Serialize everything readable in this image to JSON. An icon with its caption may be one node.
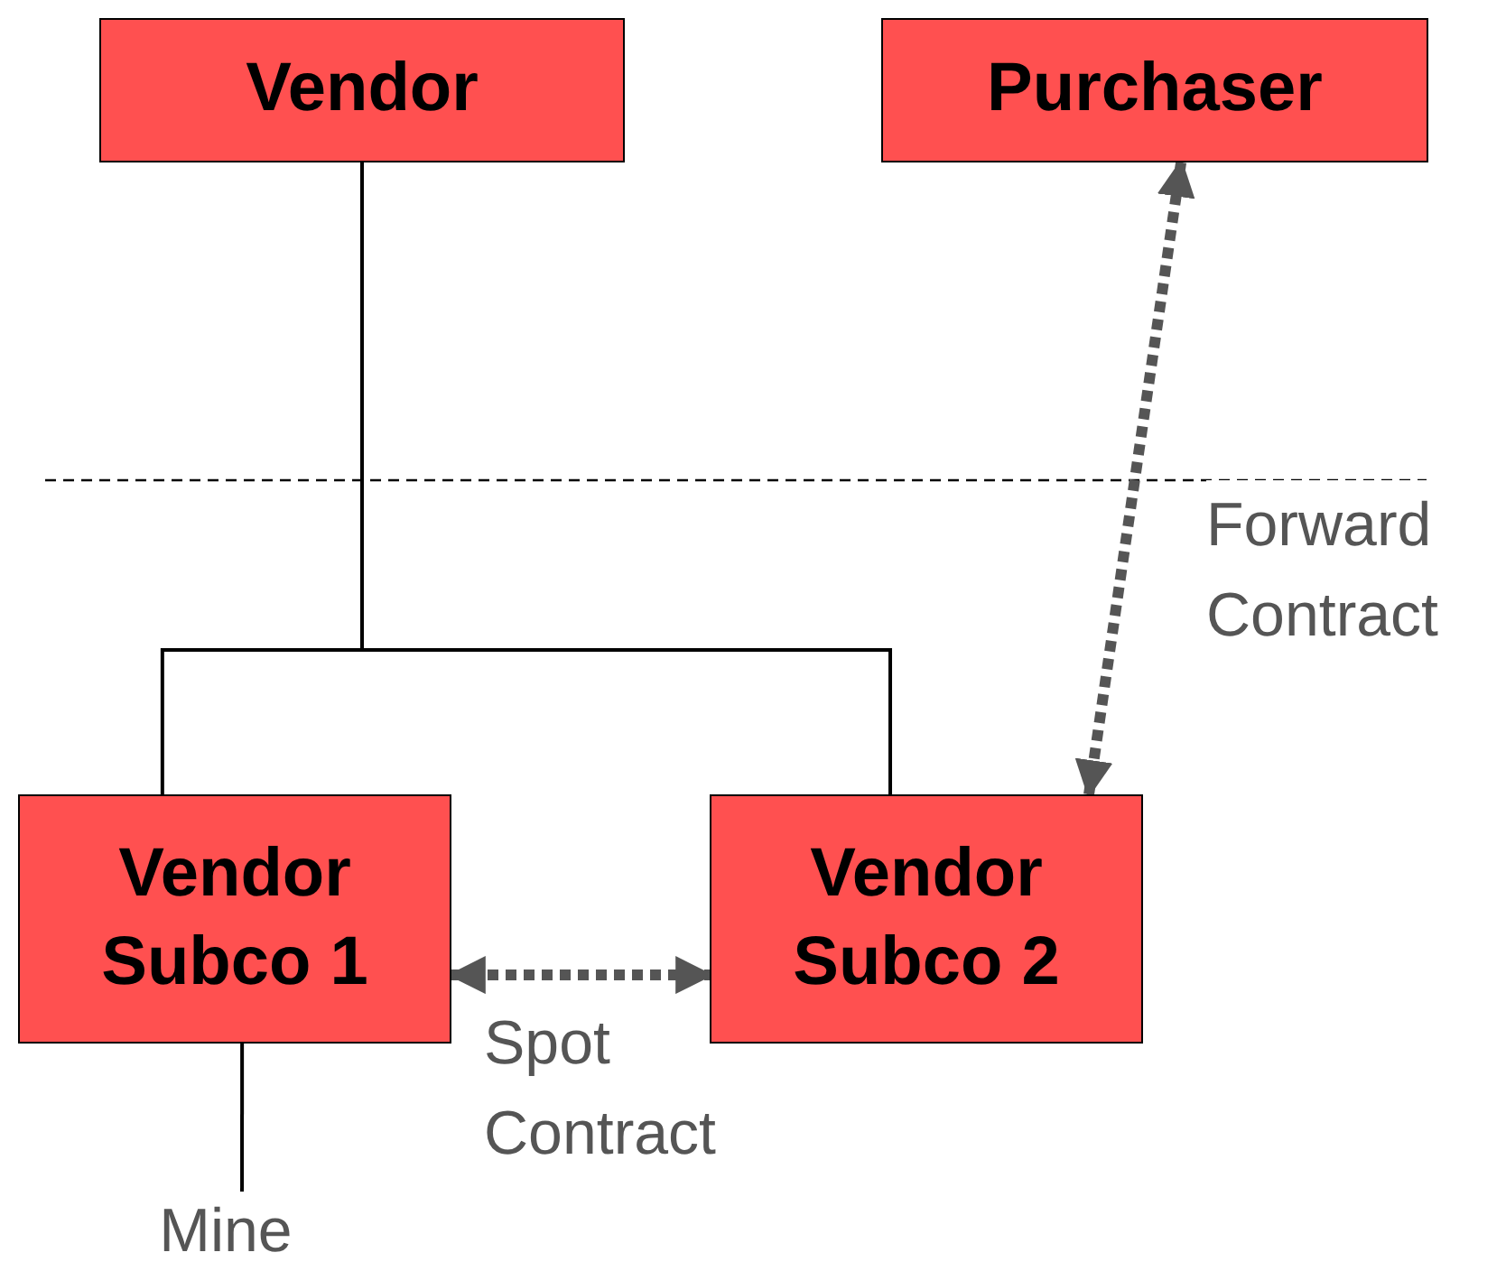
{
  "diagram": {
    "nodes": [
      {
        "text": [
          "Vendor"
        ]
      },
      {
        "text": [
          "Purchaser"
        ]
      },
      {
        "text": [
          "Vendor Subco 1"
        ]
      },
      {
        "text": [
          "Vendor Subco 2"
        ]
      },
      {
        "text": [
          "Mine"
        ]
      }
    ],
    "edges": [
      {
        "from": 0,
        "to": 2,
        "arrow": "none"
      },
      {
        "from": 0,
        "to": 3,
        "arrow": "none"
      },
      {
        "from": 3,
        "to": 1,
        "arrow": "both",
        "label": "Forward Contract",
        "style": "dashed",
        "color": "#555555"
      },
      {
        "from": 2,
        "to": 3,
        "arrow": "both",
        "label": "Spot Contract",
        "style": "dashed",
        "color": "#555555"
      },
      {
        "from": 2,
        "to": 4,
        "arrow": "none"
      }
    ]
  }
}
